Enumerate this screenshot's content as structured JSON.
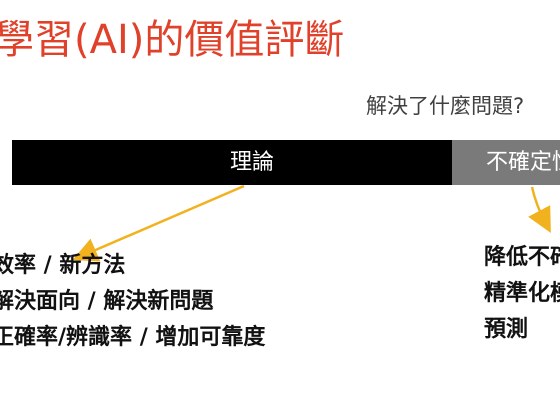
{
  "slide": {
    "title": "學習(AI)的價值評斷",
    "question": "解決了什麼問題?",
    "bar_left_label": "理論",
    "bar_right_label": "不確定性",
    "left_points": [
      "效率 / 新方法",
      "解決面向 / 解決新問題",
      "正確率/辨識率 / 增加可靠度"
    ],
    "right_points": [
      "降低不確",
      "精準化模",
      "預測"
    ]
  },
  "colors": {
    "title": "#e0412a",
    "bar_dark": "#000000",
    "bar_grey": "#7a7a7a",
    "arrow": "#f2b21f"
  }
}
